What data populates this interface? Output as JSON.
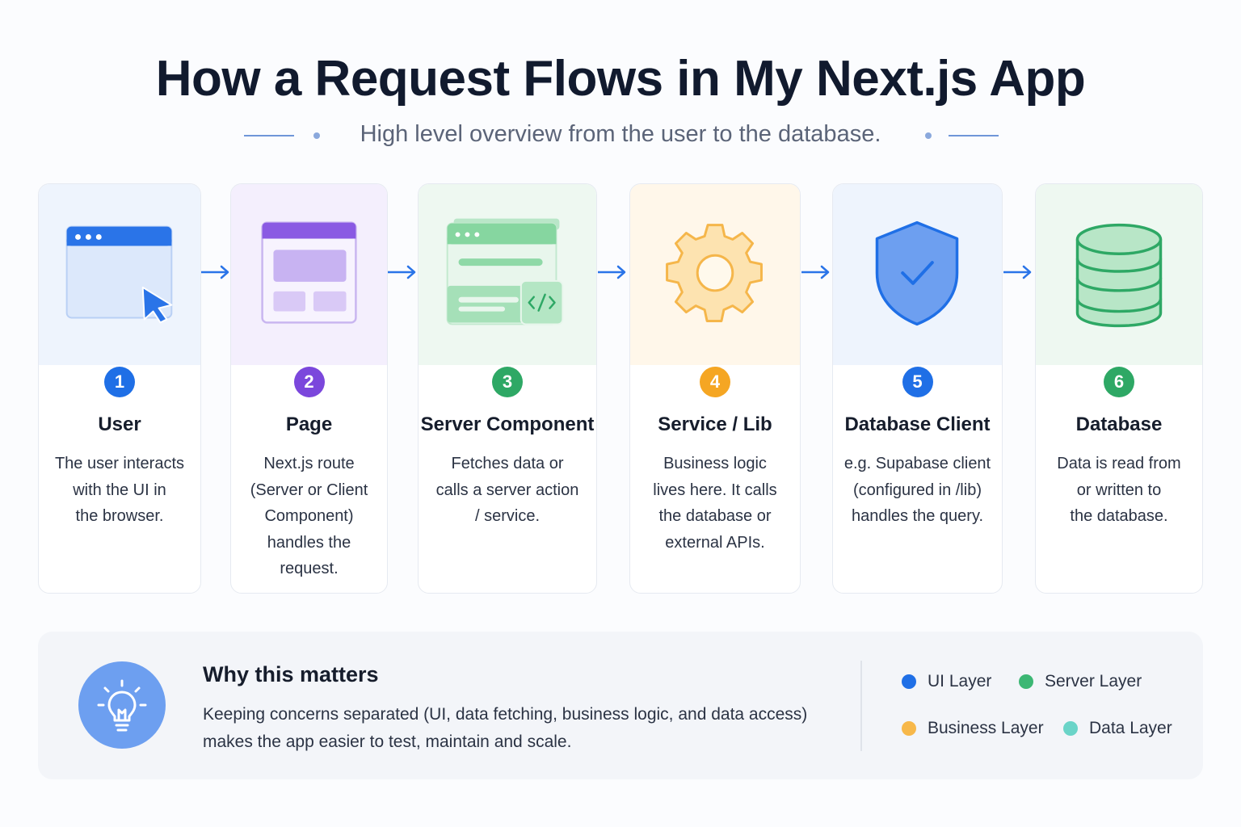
{
  "title": "How a Request Flows in My Next.js App",
  "subtitle": "High level overview from the user to the database.",
  "steps": [
    {
      "number": "1",
      "title": "User",
      "desc_lines": [
        "The user interacts",
        "with the UI in",
        "the browser."
      ],
      "color": "#1f6fe6",
      "tint": "#eef4fd",
      "icon": "browser-cursor-icon"
    },
    {
      "number": "2",
      "title": "Page",
      "desc_lines": [
        "Next.js route",
        "(Server or Client",
        "Component)",
        "handles the",
        "request."
      ],
      "color": "#7b47dc",
      "tint": "#f4effd",
      "icon": "page-layout-icon"
    },
    {
      "number": "3",
      "title": "Server Component",
      "desc_lines": [
        "Fetches data or",
        "calls a server action",
        "/ service."
      ],
      "color": "#2ea865",
      "tint": "#eef8f1",
      "icon": "server-code-icon"
    },
    {
      "number": "4",
      "title": "Service / Lib",
      "desc_lines": [
        "Business logic",
        "lives here. It calls",
        "the database or",
        "external APIs."
      ],
      "color": "#f5a623",
      "tint": "#fff7ea",
      "icon": "gear-icon"
    },
    {
      "number": "5",
      "title": "Database Client",
      "desc_lines": [
        "e.g. Supabase client",
        "(configured in /lib)",
        "handles the query."
      ],
      "color": "#1f6fe6",
      "tint": "#eef4fd",
      "icon": "shield-check-icon"
    },
    {
      "number": "6",
      "title": "Database",
      "desc_lines": [
        "Data is read from",
        "or written to",
        "the database."
      ],
      "color": "#2ea865",
      "tint": "#eef8f1",
      "icon": "database-icon"
    }
  ],
  "why": {
    "title": "Why this matters",
    "text_lines": [
      "Keeping concerns separated (UI, data fetching, business logic, and data access)",
      "makes the app easier to test, maintain and scale."
    ]
  },
  "legend": [
    {
      "label": "UI Layer",
      "color": "#1f6fe6"
    },
    {
      "label": "Server Layer",
      "color": "#3cb774"
    },
    {
      "label": "Business Layer",
      "color": "#f7b84a"
    },
    {
      "label": "Data Layer",
      "color": "#6ad4c8"
    }
  ]
}
